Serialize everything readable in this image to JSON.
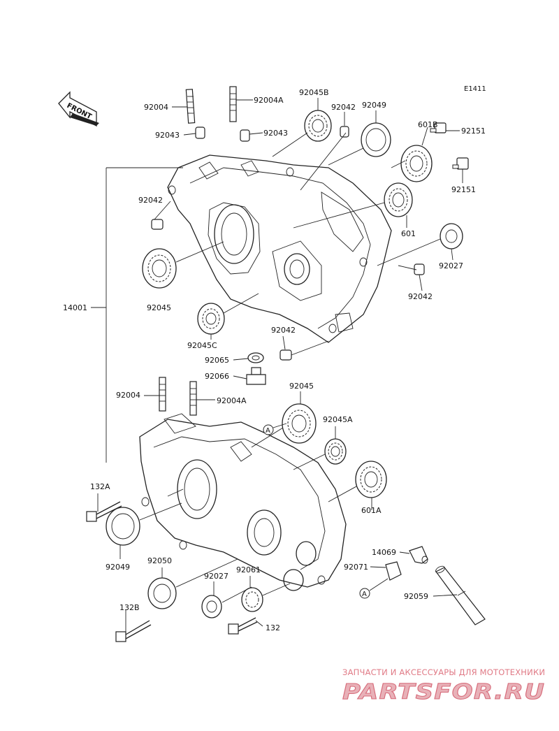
{
  "diagram_code": "E1411",
  "front_label": "FRONT",
  "labels": {
    "l_92004_top": "92004",
    "l_92004A_top": "92004A",
    "l_92045B": "92045B",
    "l_92042_top": "92042",
    "l_92049_top": "92049",
    "l_92043_left": "92043",
    "l_92043_right": "92043",
    "l_601B": "601B",
    "l_92151_a": "92151",
    "l_92151_b": "92151",
    "l_92042_left": "92042",
    "l_601": "601",
    "l_92027_right": "92027",
    "l_92042_right": "92042",
    "l_14001": "14001",
    "l_92045_left": "92045",
    "l_92045C": "92045C",
    "l_92042_mid": "92042",
    "l_92065": "92065",
    "l_92066": "92066",
    "l_92004_bot": "92004",
    "l_92004A_bot": "92004A",
    "l_92045_bot": "92045",
    "l_92045A": "92045A",
    "l_132A": "132A",
    "l_601A": "601A",
    "l_14069": "14069",
    "l_92071": "92071",
    "l_92049_bot": "92049",
    "l_92050": "92050",
    "l_92027_bot": "92027",
    "l_92061": "92061",
    "l_92059": "92059",
    "l_132B": "132B",
    "l_132": "132",
    "ref_a_1": "A",
    "ref_a_2": "A"
  },
  "watermark": {
    "caption": "ЗАПЧАСТИ И АКСЕССУАРЫ ДЛЯ МОТОТЕХНИКИ",
    "logo": "PARTSFOR.RU"
  }
}
